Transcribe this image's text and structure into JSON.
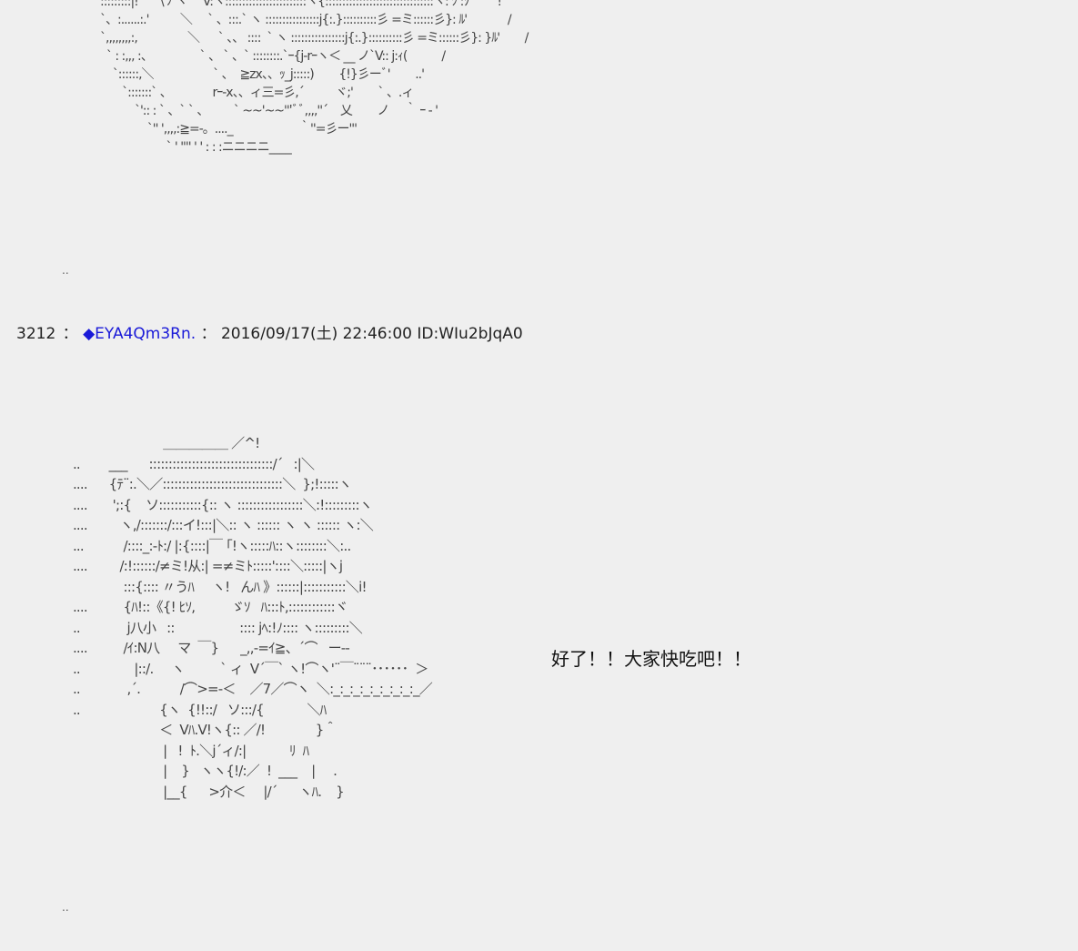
{
  "art_top": ":::::::::|!       \\ ﾉ ヽ     V:ヽ::::::::::::::::::::::::ヽ{::::::::::::::::::::::::::::::::ヽ: ﾂ :ｿ         !\n`、:......:.'          ＼     ` 、:::.` ヽ ::::::::::::::::j{:.}::::::::::彡 =ミ::::::彡}: ﾙ'             /\n`,,,,,,,,:,                ＼      ` 、、 ::::  ` ヽ ::::::::::::::::j{:.}::::::::::彡 =ミ::::::彡}: }ﾙ'        /\n  ` : :,,, :、               ` 、 ` 、` ::::::::.`ｰ{j-rｰヽ＜ __ ノ`V:: j:ｨ(           /\n    `::::::,＼                   ` 、  ≧zx、、ｯ_j:::::)        {!}彡ーﾞ'        ..'\n       `:::::::` 、             rｰ-x、、ィ三=彡,´          ヾ;'        ` 、.ィ\n           `':: : ` 、` ` 、        ` ~~'~~'''ﾞﾞ,,,,''´    乂        ノ     ｀ ｰ - '\n               `'' ',,,,:≧=-。...._                     ｀''=彡ー'''\n                     ` ' '''' ' ' : : :ニニニニ____",
  "dots_1": "..",
  "post": {
    "number": "3212",
    "sep1": "：",
    "name": "◆EYA4Qm3Rn.",
    "sep2": "：",
    "datetime": "2016/09/17(土) 22:46:00",
    "id_label": "ID:",
    "id": "WIu2bJqA0"
  },
  "art_bottom": "                          ＿＿＿＿＿ ／^!\n ..        ___      ::::::::::::::::::::::::::::::::/´   :|＼\n ....      {ﾃ¨:.＼／:::::::::::::::::::::::::::::::＼  };!:::::ヽ\n ....       ';:{    ソ:::::::::::{:: ヽ :::::::::::::::::＼:!:::::::::ヽ\n ....         ヽ,/:::::::/:::イ!:::|＼:: ヽ :::::: ヽ ヽ :::::: ヽ:＼\n ...           /::::_:-ﾄ:/ |:{::::|￣ ｢!ヽ:::::ﾊ::ヽ::::::::＼:..\n ....         /:!::::::/≠ミ!从:| =≠ミﾄ:::::'::::＼:::::|ヽj\n               :::{:::: 〃うﾊ     ヽ!   んﾊ 》::::::|:::::::::::＼i!\n ....          {ﾊ!::《{! ﾋｿ,          ゞｿ   ﾊ:::ﾄ,::::::::::::ヾ\n ..             j八小   ::                  :::: jﾍ:!ﾉ:::: ヽ:::::::::＼\n ....          /ｲ:N八     マ  ￣}      _,,-=ｲ≧、´⌒   ー‐‐\n ..               |::/.     ヽ          ` ィ  V´￣` ヽ!⌒ヽ'¨￣¨¨¨･･････  ＞\n ..             ,´.           /⌒>=-＜    ／7／⌒ヽ  ＼:_:_:_:_:_:_:_:_:_／\n ..                      {ヽ  {!!::/   ソ:::/{            ＼ﾊ\n                         ＜  Vﾊ.V!ヽ{:: ／/!              }＾\n                          |   !  ﾄ.＼j´ィ/:|            ﾘ  ﾊ\n                          |    }   ヽヽ{!/:／  !  ___    |     .\n                          |__{      >介＜     |/´      ヽﾊ.    }",
  "speech_text": "好了！！大家快吃吧！！",
  "dots_2": ".."
}
